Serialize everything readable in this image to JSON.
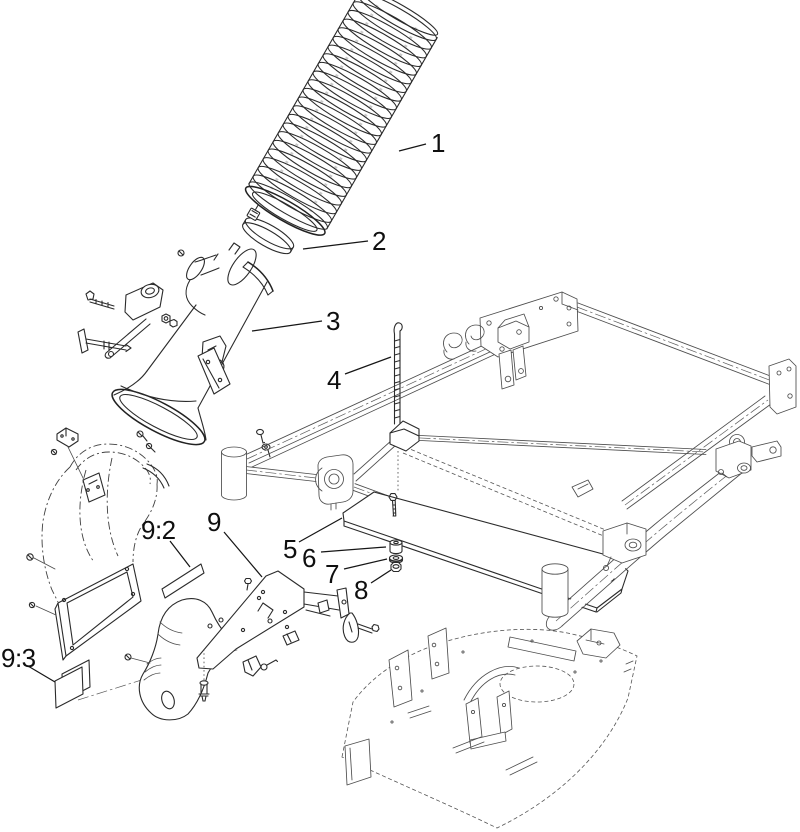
{
  "diagram": {
    "type": "exploded-parts-diagram",
    "background_color": "#ffffff",
    "line_color": "#2b2b2b",
    "label_color": "#0f0f0f",
    "callouts": [
      {
        "id": "1",
        "label": "1"
      },
      {
        "id": "2",
        "label": "2"
      },
      {
        "id": "3",
        "label": "3"
      },
      {
        "id": "4",
        "label": "4"
      },
      {
        "id": "5",
        "label": "5"
      },
      {
        "id": "6",
        "label": "6"
      },
      {
        "id": "7",
        "label": "7"
      },
      {
        "id": "8",
        "label": "8"
      },
      {
        "id": "9",
        "label": "9"
      },
      {
        "id": "9:2",
        "label": "9:2"
      },
      {
        "id": "9:3",
        "label": "9:3"
      }
    ]
  }
}
